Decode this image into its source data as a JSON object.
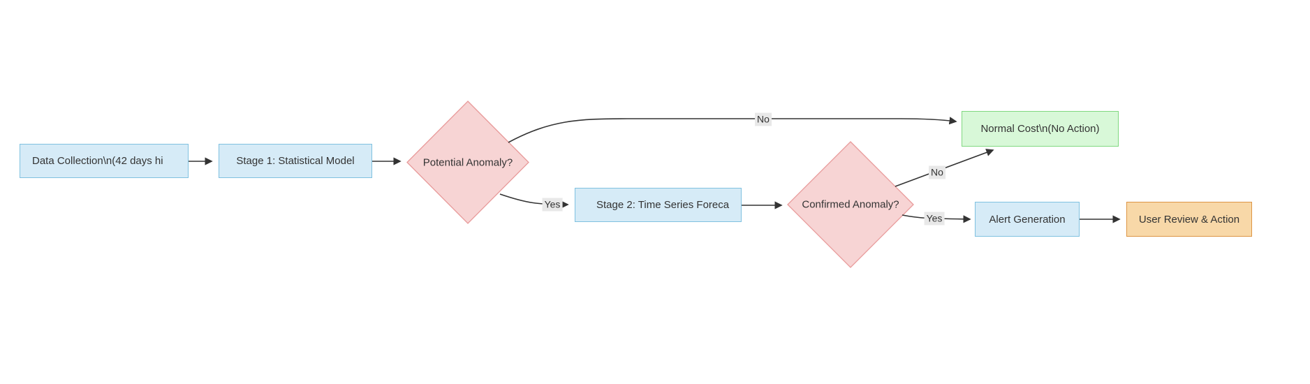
{
  "canvas": {
    "background": "#ffffff",
    "edge_color": "#333333",
    "edge_label_background": "#e8e8e8",
    "text_color": "#333333"
  },
  "colors": {
    "process_fill": "#d6ebf7",
    "process_border": "#7fc1e0",
    "decision_fill": "#f7d4d4",
    "decision_border": "#e89a9a",
    "success_fill": "#d8f8d8",
    "success_border": "#7fd87f",
    "action_fill": "#f8d8a8",
    "action_border": "#dd9544"
  },
  "nodes": [
    {
      "id": "data-collection",
      "shape": "rect",
      "label": "Data Collection\\n(42 days hi",
      "truncated": true,
      "fill": "#d6ebf7",
      "border": "#7fc1e0"
    },
    {
      "id": "stage1",
      "shape": "rect",
      "label": "Stage 1: Statistical Model",
      "truncated": false,
      "fill": "#d6ebf7",
      "border": "#7fc1e0"
    },
    {
      "id": "potential-anomaly",
      "shape": "diamond",
      "label": "Potential Anomaly?",
      "truncated": false,
      "fill": "#f7d4d4",
      "border": "#e89a9a"
    },
    {
      "id": "stage2",
      "shape": "rect",
      "label": "Stage 2: Time Series Foreca",
      "truncated": true,
      "fill": "#d6ebf7",
      "border": "#7fc1e0"
    },
    {
      "id": "confirmed-anomaly",
      "shape": "diamond",
      "label": "Confirmed Anomaly?",
      "truncated": false,
      "fill": "#f7d4d4",
      "border": "#e89a9a"
    },
    {
      "id": "normal-cost",
      "shape": "rect",
      "label": "Normal Cost\\n(No Action)",
      "truncated": false,
      "fill": "#d8f8d8",
      "border": "#7fd87f"
    },
    {
      "id": "alert-generation",
      "shape": "rect",
      "label": "Alert Generation",
      "truncated": false,
      "fill": "#d6ebf7",
      "border": "#7fc1e0"
    },
    {
      "id": "user-review",
      "shape": "rect",
      "label": "User Review & Action",
      "truncated": false,
      "fill": "#f8d8a8",
      "border": "#dd9544"
    }
  ],
  "edge_labels": [
    {
      "id": "potential-no",
      "text": "No"
    },
    {
      "id": "potential-yes",
      "text": "Yes"
    },
    {
      "id": "confirmed-no",
      "text": "No"
    },
    {
      "id": "confirmed-yes",
      "text": "Yes"
    }
  ]
}
